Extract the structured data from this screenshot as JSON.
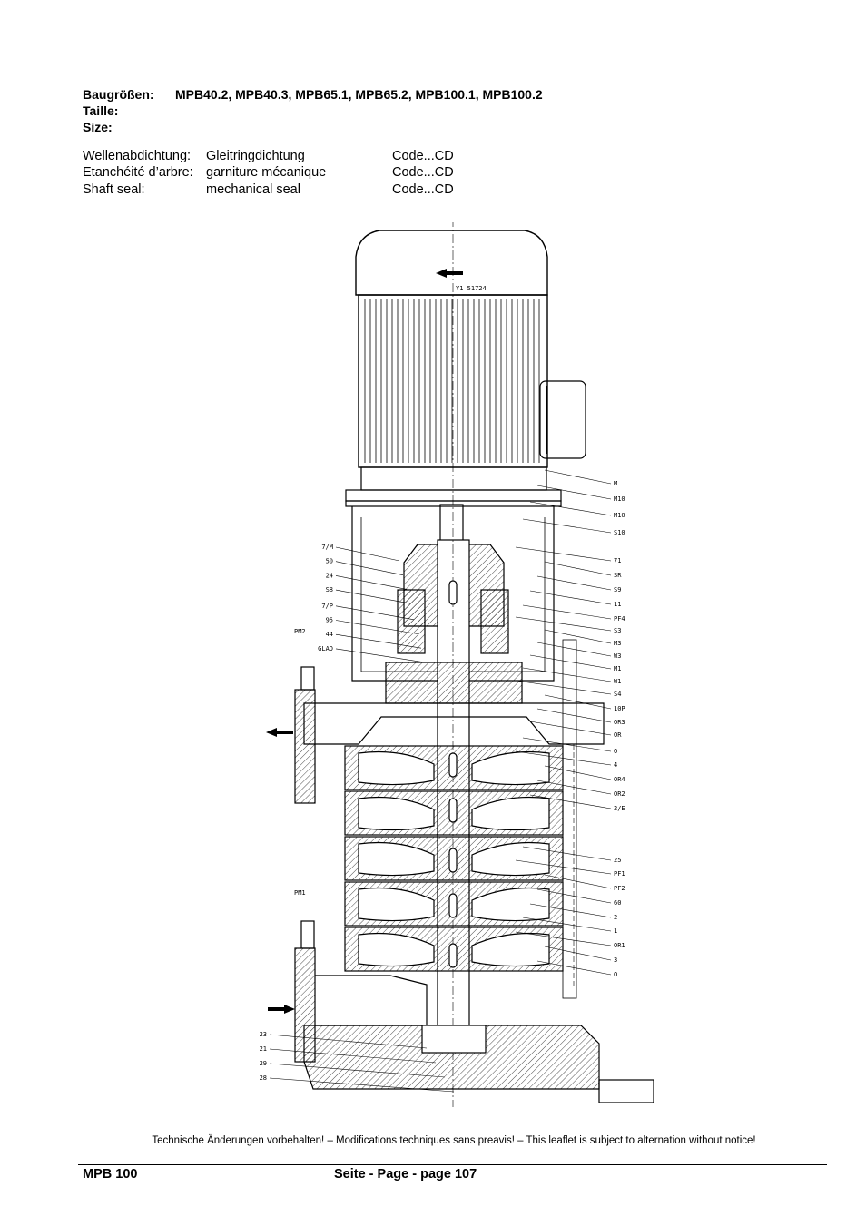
{
  "header": {
    "size_label_de": "Baugrößen:",
    "size_value": "MPB40.2, MPB40.3, MPB65.1, MPB65.2, MPB100.1, MPB100.2",
    "size_label_fr": "Taille:",
    "size_label_en": "Size:"
  },
  "seal_table": [
    {
      "label": "Wellenabdichtung:",
      "value": "Gleitringdichtung",
      "code": "Code...CD"
    },
    {
      "label": "Etanchéité d’arbre:",
      "value": "garniture mécanique",
      "code": "Code...CD"
    },
    {
      "label": "Shaft seal:",
      "value": "mechanical seal",
      "code": "Code...CD"
    }
  ],
  "drawing": {
    "motor_ref": "Y1 51724",
    "labels_left": [
      "7/M",
      "50",
      "24",
      "S8",
      "7/P",
      "95",
      "44",
      "GLAD"
    ],
    "labels_right": [
      "M",
      "M10",
      "M10",
      "S10",
      "71",
      "SR",
      "S9",
      "11",
      "PF4",
      "S3",
      "M3",
      "W3",
      "M1",
      "W1",
      "S4",
      "10P",
      "OR3",
      "OR",
      "O",
      "4",
      "OR4",
      "OR2",
      "2/E",
      "25",
      "PF1",
      "PF2",
      "60",
      "2",
      "1",
      "OR1",
      "3",
      "O"
    ],
    "labels_bottom_left": [
      "23",
      "21",
      "29",
      "28"
    ],
    "gauge_top": "PM2",
    "gauge_bottom": "PM1"
  },
  "footer": {
    "notice": "Technische Änderungen vorbehalten! – Modifications techniques sans preavis! – This leaflet is subject to alternation without notice!",
    "model": "MPB 100",
    "page": "Seite - Page - page 107"
  }
}
